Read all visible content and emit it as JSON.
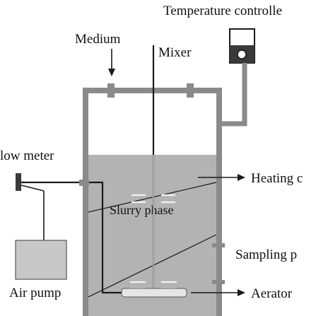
{
  "labels": {
    "temperature_controller": "Temperature controlle",
    "medium": "Medium",
    "mixer": "Mixer",
    "flow_meter": "low meter",
    "heating": "Heating c",
    "slurry_phase": "Slurry phase",
    "sampling": "Sampling p",
    "air_pump": "Air pump",
    "aerator": "Aerator"
  },
  "colors": {
    "vessel_wall": "#8a8a8a",
    "slurry_fill": "#b3b3b3",
    "pump_fill": "#c8c8c8",
    "line": "#1a1a1a",
    "controller_body": "#3a3a3a",
    "blade": "#e6e6e6"
  }
}
